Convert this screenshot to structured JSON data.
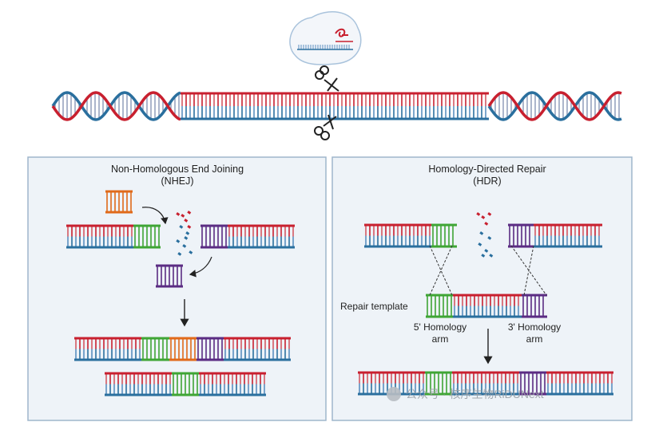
{
  "colors": {
    "red": "#c8202f",
    "blue": "#2a6f9e",
    "green": "#3fa535",
    "orange": "#e06a1a",
    "purple": "#5b2c83",
    "panel_bg": "#eef3f8",
    "panel_border": "#9fb6cc"
  },
  "nhej": {
    "title_line1": "Non-Homologous End Joining",
    "title_line2": "(NHEJ)"
  },
  "hdr": {
    "title_line1": "Homology-Directed Repair",
    "title_line2": "(HDR)",
    "repair_template": "Repair template",
    "arm5_line1": "5' Homology",
    "arm5_line2": "arm",
    "arm3_line1": "3' Homology",
    "arm3_line2": "arm"
  },
  "watermark": {
    "text": "公众号 · 核序生物RiDUNext"
  },
  "icons": [
    "scissors-icon",
    "cas9-guide-rna-icon",
    "arrow-icon",
    "wechat-icon"
  ]
}
